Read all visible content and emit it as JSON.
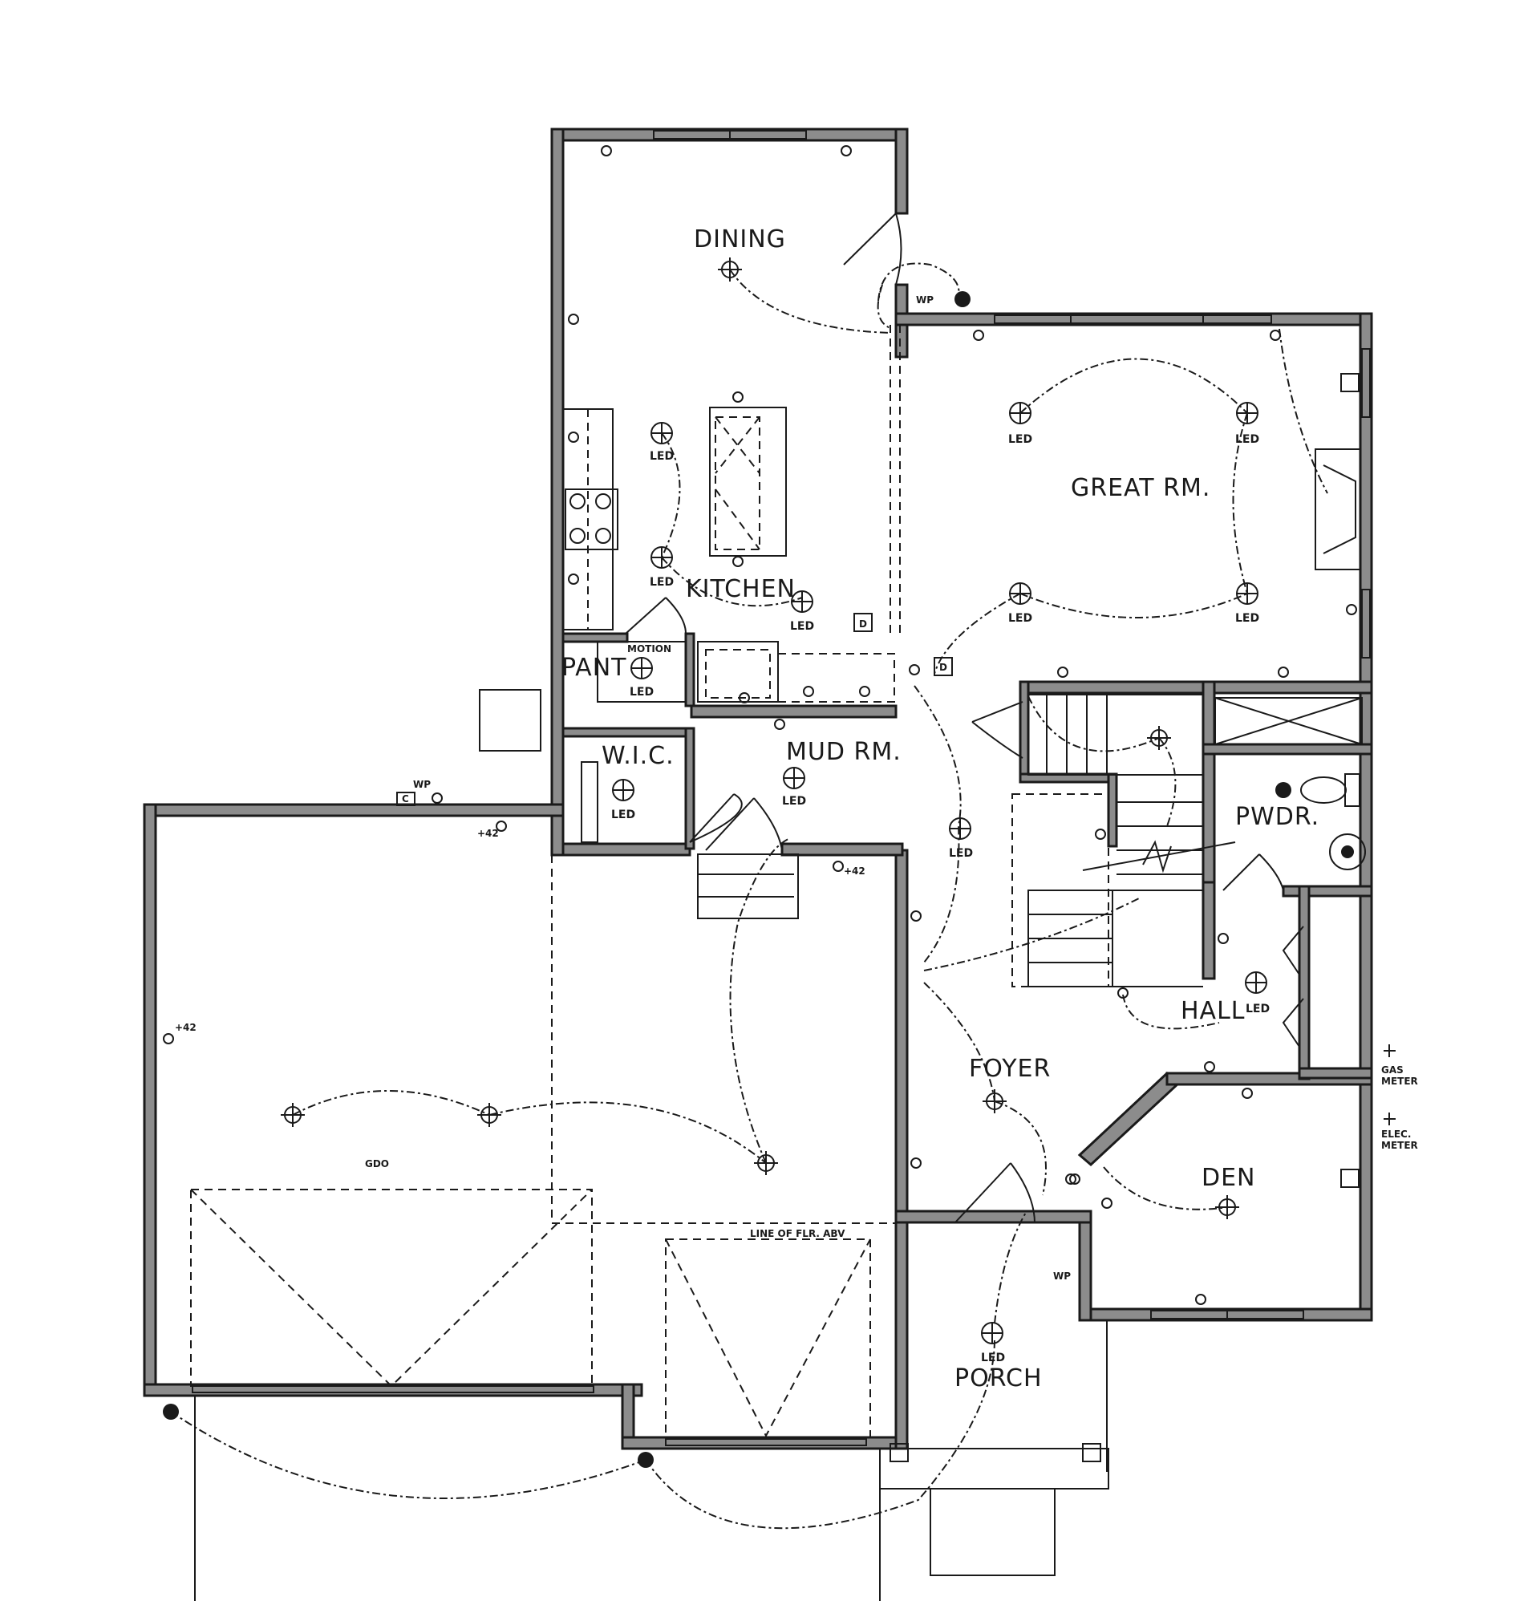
{
  "rooms": {
    "dining": "DINING",
    "great_rm": "GREAT RM.",
    "kitchen": "KITCHEN",
    "pant": "PANT",
    "wic": "W.I.C.",
    "mud_rm": "MUD RM.",
    "pwdr": "PWDR.",
    "hall": "HALL",
    "foyer": "FOYER",
    "den": "DEN",
    "porch": "PORCH"
  },
  "fixture_labels": {
    "led": "LED",
    "motion": "MOTION",
    "wp": "WP",
    "gdo": "GDO",
    "plus42": "+42",
    "d": "D",
    "c": "C"
  },
  "notes": {
    "line_of_flr_abv": "LINE OF FLR. ABV",
    "gas_meter_1": "GAS",
    "gas_meter_2": "METER",
    "elec_meter_1": "ELEC.",
    "elec_meter_2": "METER"
  },
  "colors": {
    "wall_fill": "#8c8c8c",
    "line": "#1a1a1a",
    "background": "#ffffff"
  }
}
